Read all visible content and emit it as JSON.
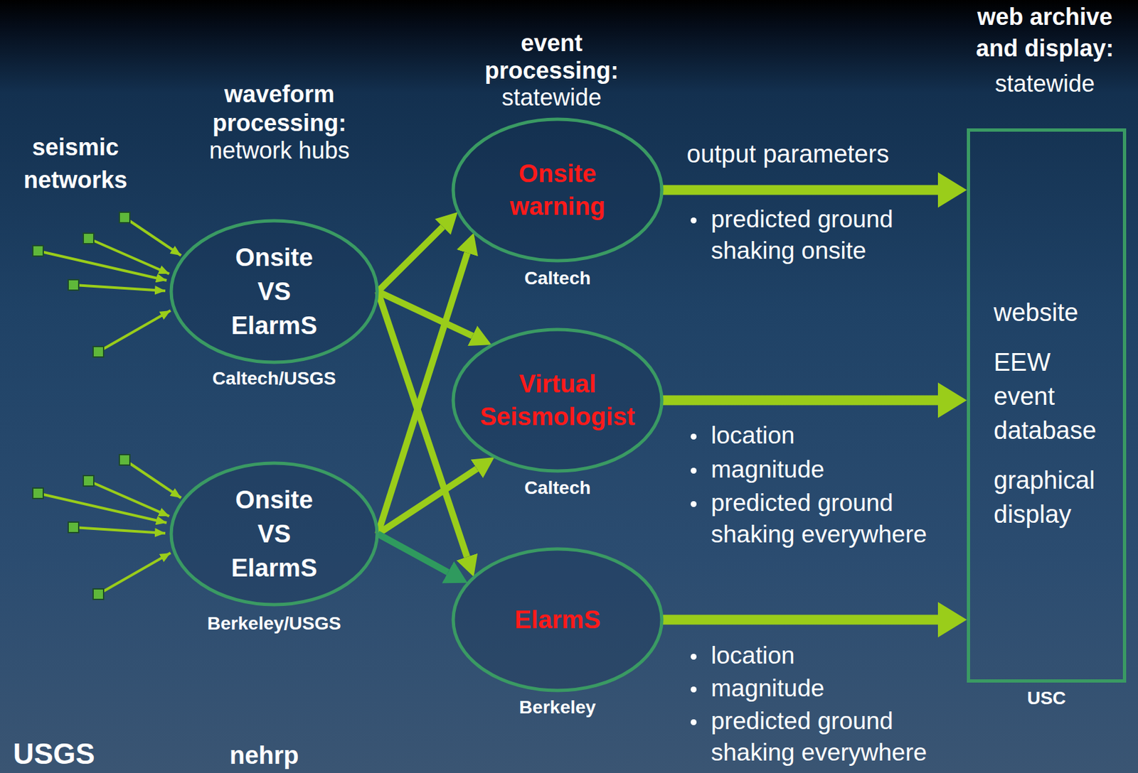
{
  "diagram": {
    "nodes": [
      {
        "text": [
          "Onsite VS ElarmS",
          "Caltech/USGS"
        ]
      },
      {
        "text": [
          "Onsite VS ElarmS",
          "Berkeley/USGS"
        ]
      },
      {
        "text": [
          "Onsite warning",
          "Caltech"
        ]
      },
      {
        "text": [
          "Virtual Seismologist",
          "Caltech"
        ]
      },
      {
        "text": [
          "ElarmS",
          "Berkeley"
        ]
      },
      {
        "text": [
          "website",
          "EEW event database",
          "graphical display",
          "USC"
        ]
      }
    ],
    "edges": [
      {
        "from": 0,
        "to": 2,
        "arrow": "to"
      },
      {
        "from": 0,
        "to": 3,
        "arrow": "to"
      },
      {
        "from": 0,
        "to": 4,
        "arrow": "to"
      },
      {
        "from": 1,
        "to": 2,
        "arrow": "to"
      },
      {
        "from": 1,
        "to": 3,
        "arrow": "to"
      },
      {
        "from": 1,
        "to": 4,
        "arrow": "to"
      },
      {
        "from": 2,
        "to": 5,
        "arrow": "to"
      },
      {
        "from": 3,
        "to": 5,
        "arrow": "to"
      },
      {
        "from": 4,
        "to": 5,
        "arrow": "to"
      }
    ],
    "labels": [
      "seismic networks",
      "waveform processing:",
      "network hubs",
      "event processing:",
      "statewide",
      "web archive and display:",
      "statewide",
      "output parameters",
      "predicted ground shaking onsite",
      "location",
      "magnitude",
      "predicted ground shaking everywhere",
      "location",
      "magnitude",
      "predicted ground shaking everywhere",
      "USGS",
      "nehrp"
    ]
  }
}
